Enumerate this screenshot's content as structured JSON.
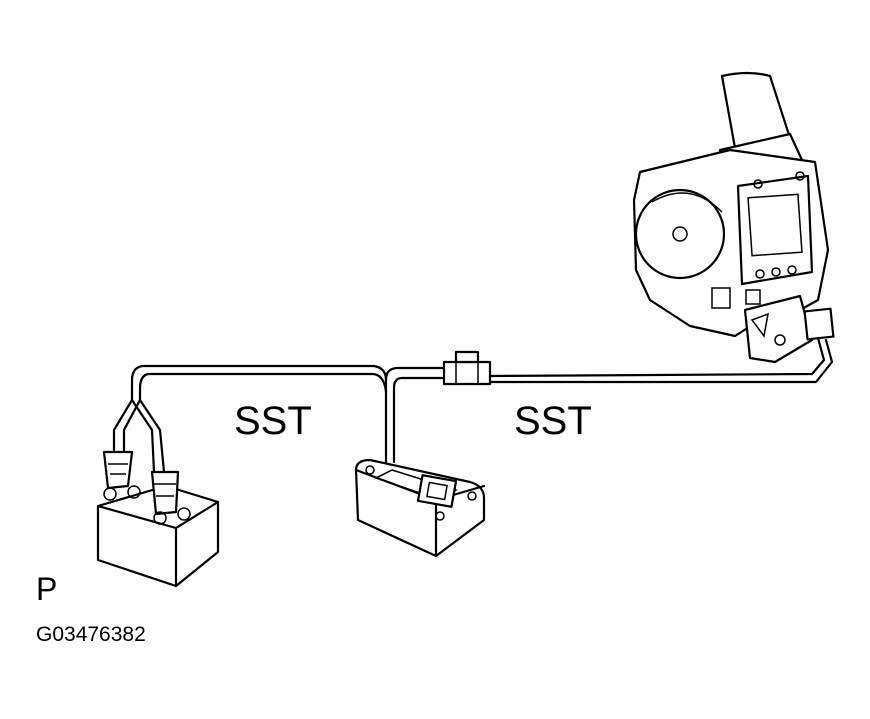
{
  "labels": {
    "sst_left": "SST",
    "sst_right": "SST",
    "view_letter": "P",
    "figure_code": "G03476382"
  },
  "colors": {
    "line": "#000000",
    "background": "#ffffff"
  }
}
